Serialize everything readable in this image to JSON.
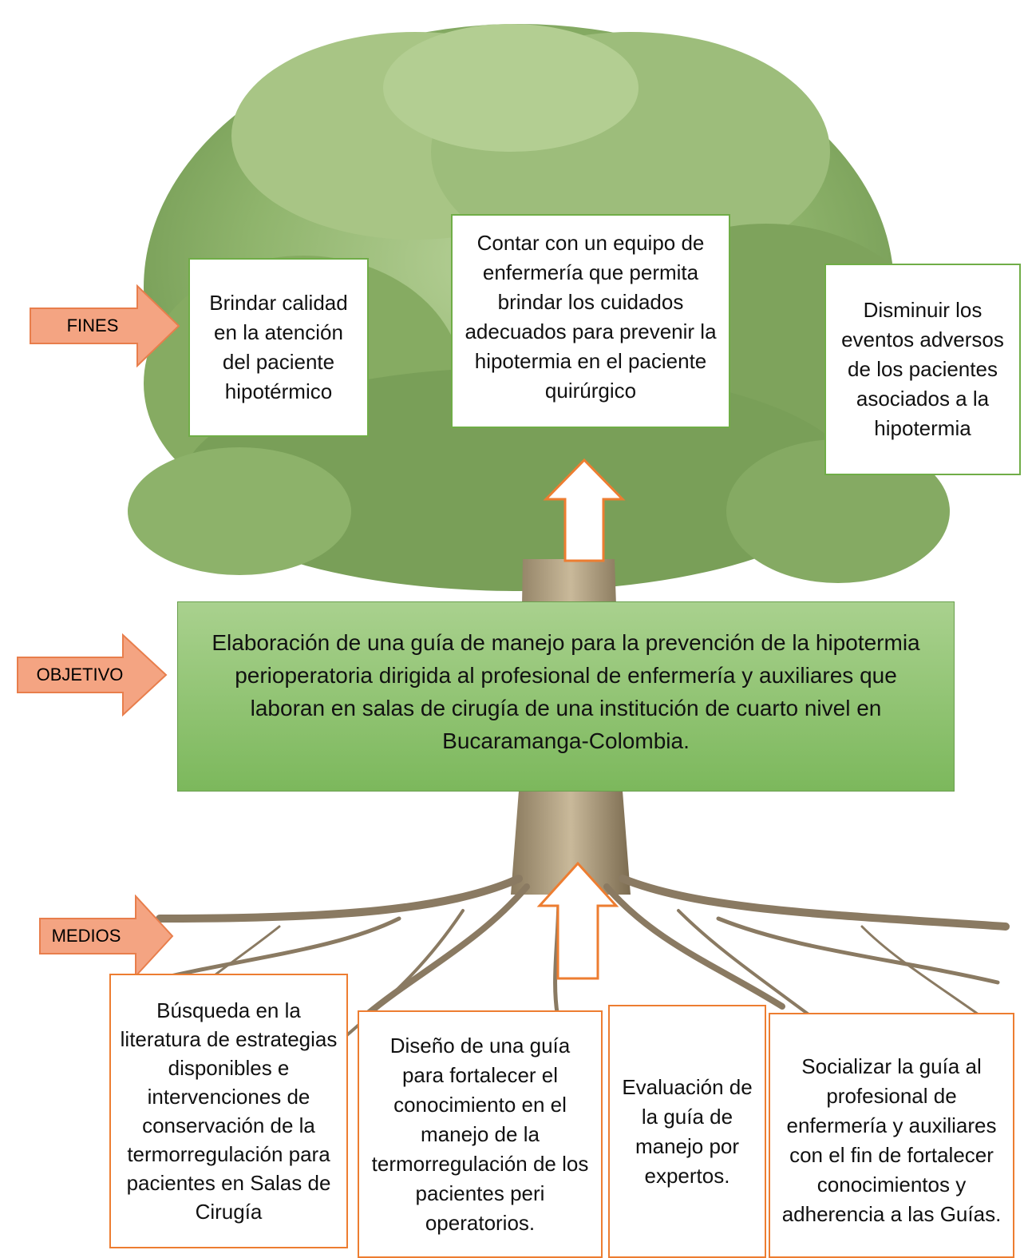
{
  "labels": {
    "fines": "FINES",
    "objetivo": "OBJETIVO",
    "medios": "MEDIOS"
  },
  "fines": [
    "Brindar calidad en la atención del paciente hipotérmico",
    "Contar con un equipo de enfermería que permita brindar los cuidados adecuados para prevenir la hipotermia en el paciente quirúrgico",
    "Disminuir los eventos adversos de los pacientes asociados a la hipotermia"
  ],
  "objetivo": "Elaboración de una guía de manejo para la prevención de la hipotermia perioperatoria dirigida al profesional de enfermería y auxiliares que laboran en salas de cirugía de una institución de cuarto nivel en Bucaramanga-Colombia.",
  "medios": [
    "Búsqueda en la literatura de estrategias disponibles e intervenciones de conservación de la termorregulación para pacientes en Salas de Cirugía",
    "Diseño de una guía para fortalecer el conocimiento en el manejo de la termorregulación de los pacientes peri operatorios.",
    "Evaluación de la guía de manejo por expertos.",
    "Socializar la guía al profesional de enfermería y auxiliares con el fin de fortalecer conocimientos y adherencia a las Guías."
  ],
  "colors": {
    "fines_border": "#70ad47",
    "medios_border": "#ed7d31",
    "label_arrow_fill": "#f4a482",
    "objective_fill": "#a9d18e"
  }
}
